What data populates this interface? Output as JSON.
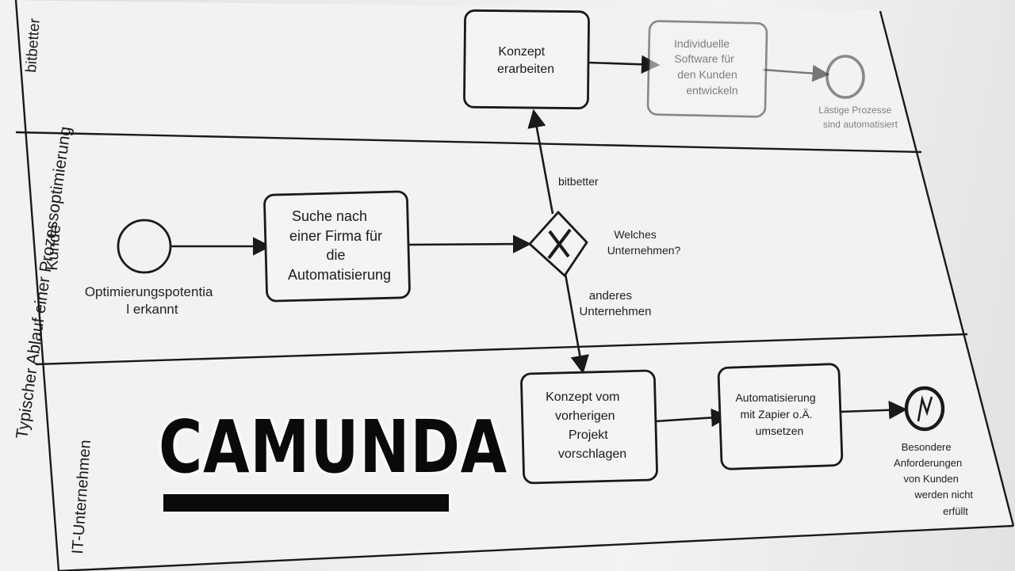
{
  "pool_title": "Typischer Ablauf einer Prozessoptimierung",
  "lanes": {
    "bitbetter": "bitbetter",
    "kunde": "Kunde",
    "it": "IT-Unternehmen"
  },
  "start_event_label": "Optimierungspotential erkannt",
  "task_search": "Suche nach einer Firma für die Automatisierung",
  "gateway_label": "Welches Unternehmen?",
  "flow_bitbetter": "bitbetter",
  "flow_other": "anderes Unternehmen",
  "task_concept": "Konzept erarbeiten",
  "task_software": "Individuelle Software für den Kunden entwickeln",
  "end_event_bitbetter": "Lästige Prozesse sind automatisiert",
  "task_previous": "Konzept vom vorherigen Projekt vorschlagen",
  "task_zapier": "Automatisierung mit Zapier o.Ä. umsetzen",
  "end_event_it": "Besondere Anforderungen von Kunden werden nicht erfüllt",
  "brand": "CAMUNDA",
  "colors": {
    "line": "#1a1a1a",
    "faded_line": "#777777",
    "background": "#ececec"
  }
}
